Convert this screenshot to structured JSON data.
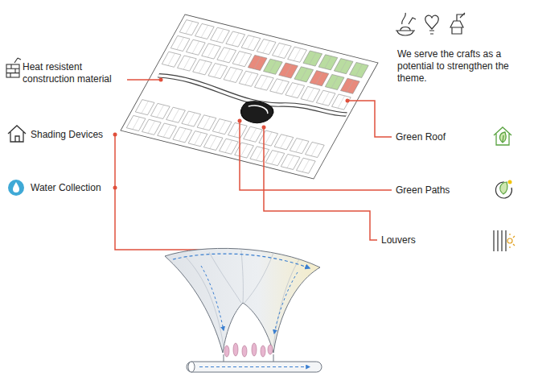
{
  "diagram": {
    "labels": [
      "Heat resistent construction material",
      "Shading Devices",
      "Water Collection",
      "We serve the crafts as a potential to strengthen the theme.",
      "Green Roof",
      "Green Paths",
      "Louvers"
    ]
  }
}
